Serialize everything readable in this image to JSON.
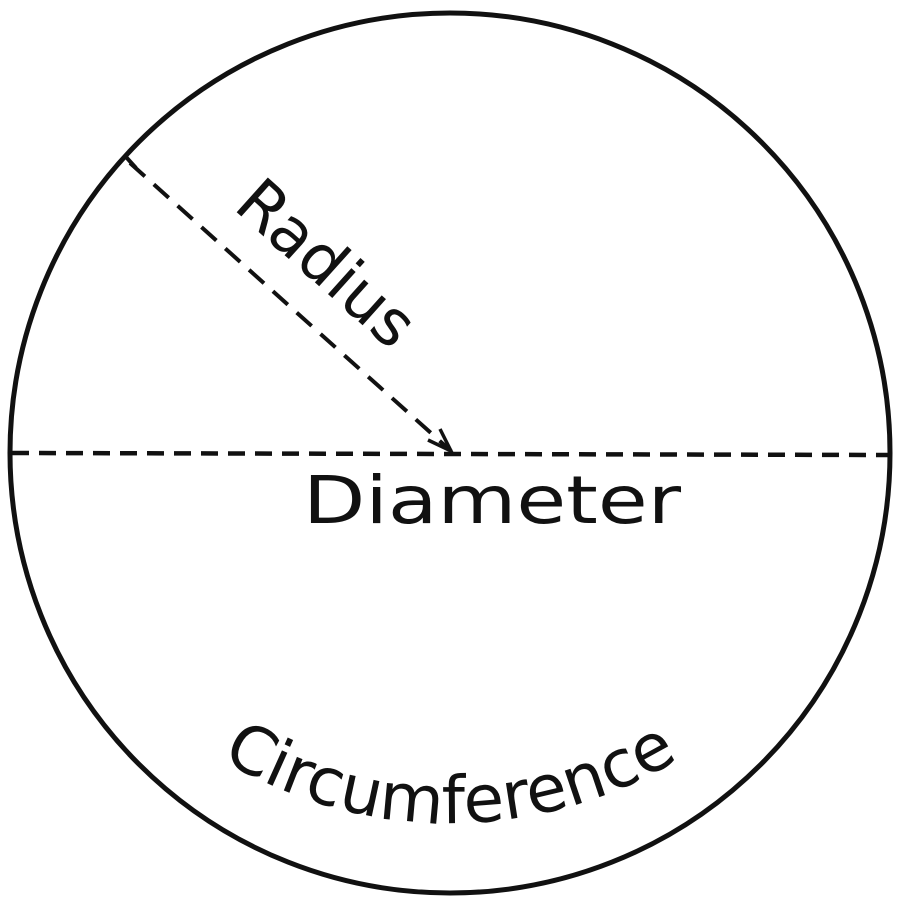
{
  "diagram": {
    "labels": {
      "radius": "Radius",
      "diameter": "Diameter",
      "circumference": "Circumference"
    },
    "colors": {
      "background": "#ffffff",
      "ink": "#111111"
    }
  }
}
